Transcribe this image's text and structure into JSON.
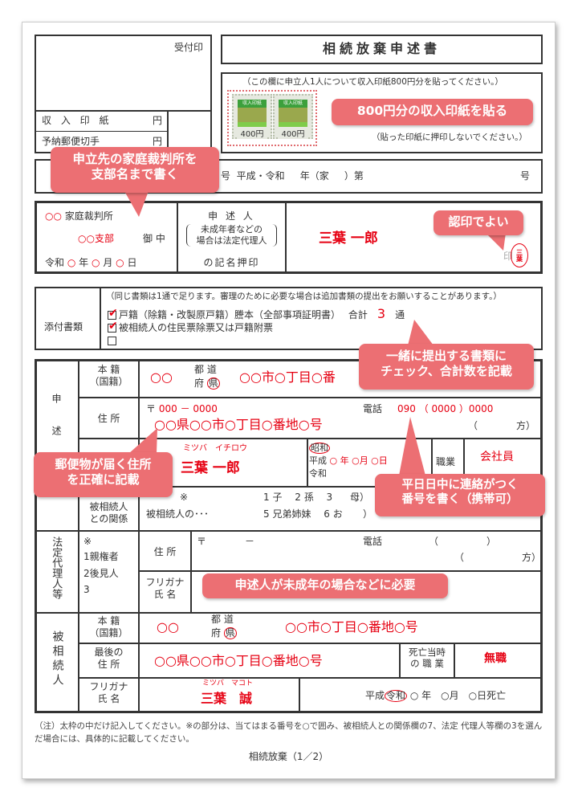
{
  "receipt": {
    "stamp_label": "受付印",
    "revenue_stamp_label": "収 入 印 紙",
    "revenue_stamp_unit": "円",
    "postage_label": "予納郵便切手",
    "postage_unit": "円"
  },
  "title": "相続放棄申述書",
  "stamp_area": {
    "note": "（この欄に申立人1人について収入印紙800円分を貼ってください。）",
    "stamp_header": "収入印紙",
    "stamp_value": "400円",
    "note2": "（貼った印紙に押印しないでください。）"
  },
  "case_number": {
    "prefix": "号",
    "era": "平成・令和",
    "year": "年（家",
    "close": "）第",
    "suffix": "号"
  },
  "court": {
    "name_fill": "○○",
    "name_label": "家庭裁判所",
    "branch": "○○支部",
    "addressee": "御 中",
    "era": "令和",
    "y": "○",
    "y_label": "年",
    "m": "○",
    "m_label": "月",
    "d": "○",
    "d_label": "日"
  },
  "signer": {
    "label1": "申 述 人",
    "label2": "未成年者などの",
    "label3": "場合は法定代理人",
    "label4": "の記名押印",
    "name": "三葉 一郎",
    "seal_label": "印",
    "seal_text": "三葉"
  },
  "attachments": {
    "label": "添付書類",
    "note": "（同じ書類は1通で足ります。審理のために必要な場合は追加書類の提出をお願いすることがあります。）",
    "items": [
      {
        "label": "戸籍（除籍・改製原戸籍）謄本（全部事項証明書）",
        "checked": true
      },
      {
        "label": "被相続人の住民票除票又は戸籍附票",
        "checked": true
      },
      {
        "label": "",
        "checked": false
      }
    ],
    "total_label": "合計",
    "total": "3",
    "total_unit": "通"
  },
  "applicant": {
    "section": "申述人",
    "honseki_label": "本 籍\n（国籍）",
    "pref": "○○",
    "pref_kind_top": "都 道",
    "pref_kind_bottom": "府",
    "pref_circled": "県",
    "honseki_addr": "○○市○丁目○番",
    "address_label": "住 所",
    "postal_mark": "〒",
    "postal": "000 － 0000",
    "phone_label": "電話",
    "phone": "090 （ 0000 ）0000",
    "address": "○○県○○市○丁目○番地○号",
    "care_of": "（　　　　方）",
    "kana": "ミツバ　イチロウ",
    "name": "三葉 一郎",
    "era_circled": "昭和",
    "era_other1": "平成",
    "era_other2": "令和",
    "birth": "○ 年 ○月 ○日",
    "job_label": "職業",
    "job": "会社員",
    "relation_label": "被相続人\nとの関係",
    "relation_mark": "※",
    "relation_text": "被相続人の･･･",
    "relation_opt1": "1 子　 2 孫　 3",
    "relation_opt1_end": "母）",
    "relation_opt2": "5 兄弟姉妹　 6 お",
    "relation_opt2_end": "）"
  },
  "representative": {
    "section": "法定代理人等",
    "mark": "※",
    "opts": [
      "1親権者",
      "2後見人",
      "3"
    ],
    "address_label": "住 所",
    "postal_mark": "〒　　　　－",
    "phone_label": "電話",
    "phone_paren": "（　　　　　）",
    "care_of": "（　　　　　　方）",
    "name_label": "フリガナ\n氏 名"
  },
  "decedent": {
    "section": "被相続人",
    "honseki_label": "本 籍\n（国籍）",
    "pref": "○○",
    "pref_kind_top": "都 道",
    "pref_kind_bottom": "府",
    "pref_circled": "県",
    "honseki_addr": "○○市○丁目○番地○号",
    "last_address_label": "最後の\n住 所",
    "last_address": "○○県○○市○丁目○番地○号",
    "job_label": "死亡当時\nの 職 業",
    "job": "無職",
    "name_label": "フリガナ\n氏 名",
    "kana": "ミツバ　マコト",
    "name": "三葉　誠",
    "era": "平成",
    "era_circled": "令和",
    "death": "○ 年　○月　○日死亡"
  },
  "notes": "（注）太枠の中だけ記入してください。※の部分は、当てはまる番号を○で囲み、被相続人との関係欄の7、法定 代理人等欄の3を選んだ場合には、具体的に記載してください。",
  "footer": "相続放棄（1／2）",
  "callouts": {
    "court": "申立先の家庭裁判所を\n支部名まで書く",
    "stamp": "800円分の収入印紙を貼る",
    "seal": "認印でよい",
    "docs": "一緒に提出する書類に\nチェック、合計数を記載",
    "address": "郵便物が届く住所\nを正確に記載",
    "phone": "平日日中に連絡がつく\n番号を書く（携帯可）",
    "minor": "申述人が未成年の場合などに必要"
  },
  "colors": {
    "callout": "#ec6f73",
    "fill": "#e60012",
    "line": "#333333"
  }
}
